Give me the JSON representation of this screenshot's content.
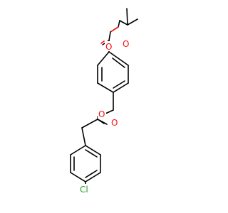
{
  "molecule": {
    "atoms": {
      "ester_o": "O",
      "carbonyl_o": "O",
      "benzyl_o": "O",
      "acetyl_o": "O",
      "chlorine": "Cl"
    }
  },
  "colors": {
    "bond": "#000000",
    "oxygen": "#ff0d0d",
    "chlorine": "#1fa01f",
    "background": "#ffffff"
  }
}
